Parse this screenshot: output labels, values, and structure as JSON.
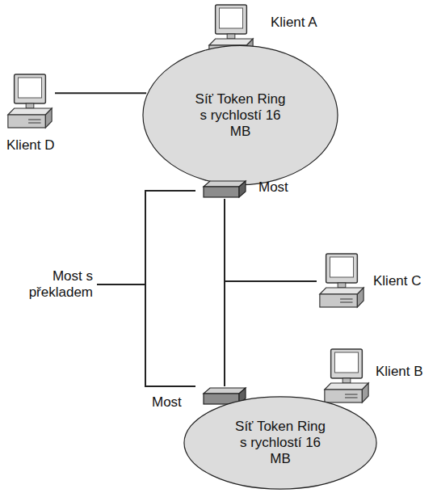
{
  "diagram": {
    "nodes": [
      {
        "text": [
          "Klient A"
        ]
      },
      {
        "text": [
          "Síť Token Ring s rychlostí 16 MB"
        ]
      },
      {
        "text": [
          "Klient D"
        ]
      },
      {
        "text": [
          "Most"
        ]
      },
      {
        "text": [
          "Klient C"
        ]
      },
      {
        "text": [
          "Most"
        ]
      },
      {
        "text": [
          "Klient B"
        ]
      },
      {
        "text": [
          "Síť Token Ring s rychlostí 16 MB"
        ]
      }
    ],
    "edges": [
      {
        "from": 2,
        "to": 1,
        "arrow": "none"
      },
      {
        "from": 3,
        "to": 5,
        "arrow": "none"
      },
      {
        "from": 4,
        "to": 3,
        "arrow": "none"
      },
      {
        "from": 4,
        "to": 5,
        "arrow": "none"
      }
    ],
    "labels": [
      "Most s překladem"
    ]
  }
}
